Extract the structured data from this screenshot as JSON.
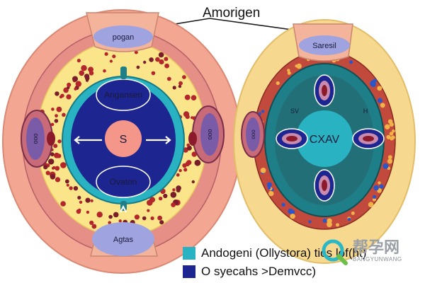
{
  "title": "Amorigen",
  "left_diagram": {
    "top_cap": "pogan",
    "inner_label": "Angansen",
    "center_label": "S",
    "lower_label": "Ovaton",
    "bottom_cap": "Agtas",
    "side_left": "ооо",
    "side_right": "ооо"
  },
  "right_diagram": {
    "top_cap": "Saresil",
    "center_label": "CXAV",
    "mark_tl": "SV",
    "mark_tr": "H",
    "side_left": "ооо"
  },
  "legend": [
    {
      "label": "Andogeni (Ollystora) tics lof(ht)",
      "color": "#29b3c2"
    },
    {
      "label": "O syecahs >Demvcc)",
      "color": "#1c2590"
    }
  ],
  "watermark": {
    "text": "帮孕网",
    "sub": "BANGYUNWANG"
  },
  "colors": {
    "outer_pink": "#f0a08c",
    "yellow": "#fbe58a",
    "navy": "#1c2590",
    "teal": "#29b3c2",
    "salmon": "#f4968a",
    "lavender": "#9fa3df",
    "dark_teal": "#1f7f88",
    "cream": "#f6d98e"
  }
}
